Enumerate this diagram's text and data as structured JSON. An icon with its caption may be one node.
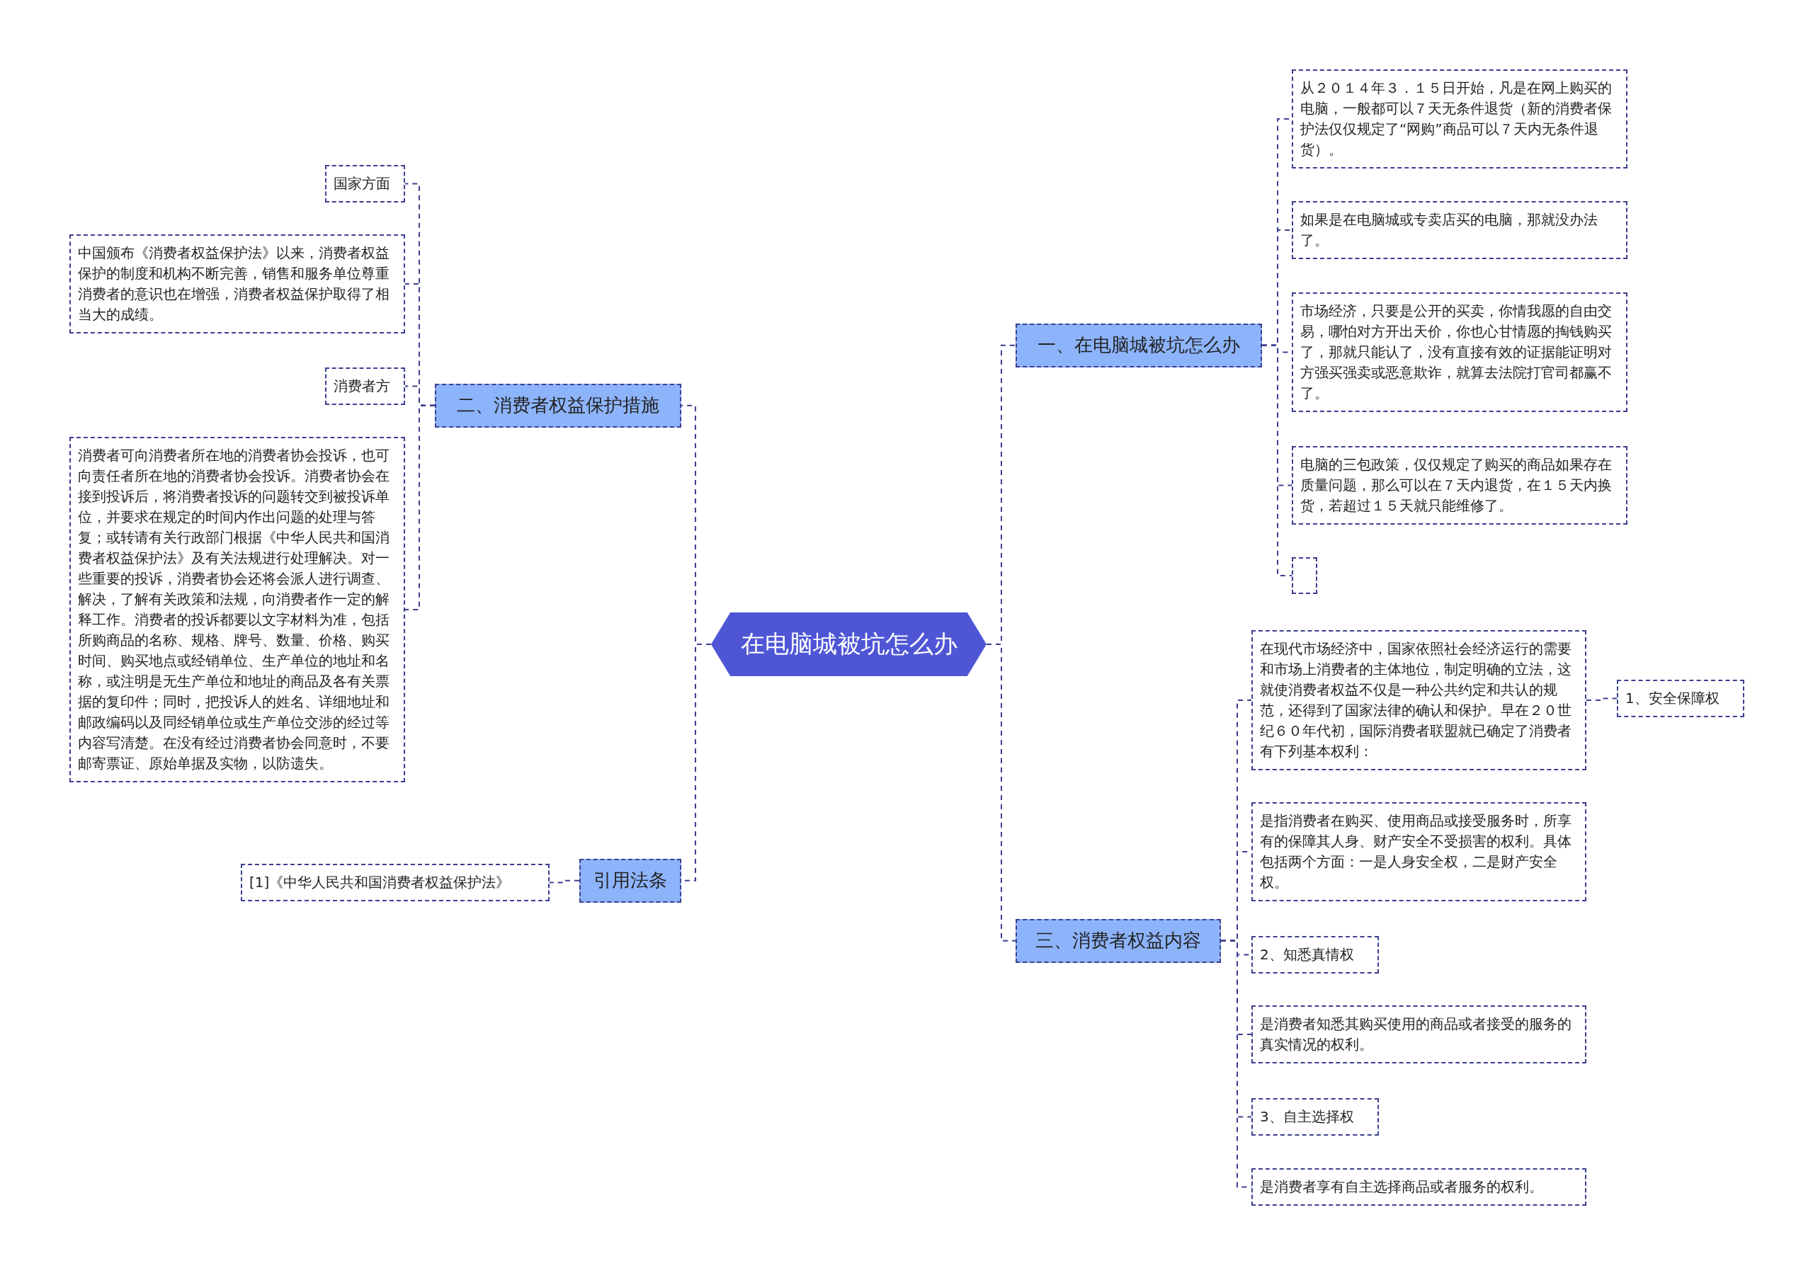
{
  "diagram": {
    "nodes": [
      {
        "text": [
          "在电脑城被坑怎么办"
        ]
      },
      {
        "text": [
          "一、在电脑城被坑怎么办"
        ]
      },
      {
        "text": [
          "从２０１４年３．１５日开始，凡是在网上购买的电脑，一般都可以７天无条件退货（新的消费者保护法仅仅规定了“网购”商品可以７天内无条件退货）。"
        ]
      },
      {
        "text": [
          "如果是在电脑城或专卖店买的电脑，那就没办法了。"
        ]
      },
      {
        "text": [
          "市场经济，只要是公开的买卖，你情我愿的自由交易，哪怕对方开出天价，你也心甘情愿的掏钱购买了，那就只能认了，没有直接有效的证据能证明对方强买强卖或恶意欺诈，就算去法院打官司都赢不了。"
        ]
      },
      {
        "text": [
          "电脑的三包政策，仅仅规定了购买的商品如果存在质量问题，那么可以在７天内退货，在１５天内换货，若超过１５天就只能维修了。"
        ]
      },
      {
        "text": [],
        "shape": "box"
      },
      {
        "text": [
          "二、消费者权益保护措施"
        ]
      },
      {
        "text": [
          "国家方面"
        ]
      },
      {
        "text": [
          "中国颁布《消费者权益保护法》以来，消费者权益保护的制度和机构不断完善，销售和服务单位尊重消费者的意识也在增强，消费者权益保护取得了相当大的成绩。"
        ]
      },
      {
        "text": [
          "消费者方"
        ]
      },
      {
        "text": [
          "消费者可向消费者所在地的消费者协会投诉，也可向责任者所在地的消费者协会投诉。消费者协会在接到投诉后，将消费者投诉的问题转交到被投诉单位，并要求在规定的时间内作出问题的处理与答复；或转请有关行政部门根据《中华人民共和国消费者权益保护法》及有关法规进行处理解决。对一些重要的投诉，消费者协会还将会派人进行调查、解决，了解有关政策和法规，向消费者作一定的解释工作。消费者的投诉都要以文字材料为准，包括所购商品的名称、规格、牌号、数量、价格、购买时间、购买地点或经销单位、生产单位的地址和名称，或注明是无生产单位和地址的商品及各有关票据的复印件；同时，把投诉人的姓名、详细地址和邮政编码以及同经销单位或生产单位交涉的经过等内容写清楚。在没有经过消费者协会同意时，不要邮寄票证、原始单据及实物，以防遗失。"
        ]
      },
      {
        "text": [
          "引用法条"
        ]
      },
      {
        "text": [
          "[1]《中华人民共和国消费者权益保护法》"
        ]
      },
      {
        "text": [
          "三、消费者权益内容"
        ]
      },
      {
        "text": [
          "在现代市场经济中，国家依照社会经济运行的需要和市场上消费者的主体地位，制定明确的立法，这就使消费者权益不仅是一种公共约定和共认的规范，还得到了国家法律的确认和保护。早在２０世纪６０年代初，国际消费者联盟就已确定了消费者有下列基本权利："
        ]
      },
      {
        "text": [
          "1、安全保障权"
        ]
      },
      {
        "text": [
          "是指消费者在购买、使用商品或接受服务时，所享有的保障其人身、财产安全不受损害的权利。具体包括两个方面：一是人身安全权，二是财产安全权。"
        ]
      },
      {
        "text": [
          "2、知悉真情权"
        ]
      },
      {
        "text": [
          "是消费者知悉其购买使用的商品或者接受的服务的真实情况的权利。"
        ]
      },
      {
        "text": [
          "3、自主选择权"
        ]
      },
      {
        "text": [
          "是消费者享有自主选择商品或者服务的权利。"
        ]
      }
    ],
    "edges": [
      {
        "from": 0,
        "to": 1,
        "arrow": "none"
      },
      {
        "from": 1,
        "to": 2,
        "arrow": "none"
      },
      {
        "from": 1,
        "to": 3,
        "arrow": "none"
      },
      {
        "from": 1,
        "to": 4,
        "arrow": "none"
      },
      {
        "from": 1,
        "to": 5,
        "arrow": "none"
      },
      {
        "from": 1,
        "to": 6,
        "arrow": "none"
      },
      {
        "from": 0,
        "to": 7,
        "arrow": "none"
      },
      {
        "from": 7,
        "to": 8,
        "arrow": "none"
      },
      {
        "from": 7,
        "to": 9,
        "arrow": "none"
      },
      {
        "from": 7,
        "to": 10,
        "arrow": "none"
      },
      {
        "from": 7,
        "to": 11,
        "arrow": "none"
      },
      {
        "from": 0,
        "to": 12,
        "arrow": "none"
      },
      {
        "from": 12,
        "to": 13,
        "arrow": "none"
      },
      {
        "from": 0,
        "to": 14,
        "arrow": "none"
      },
      {
        "from": 14,
        "to": 15,
        "arrow": "none"
      },
      {
        "from": 15,
        "to": 16,
        "arrow": "none"
      },
      {
        "from": 14,
        "to": 17,
        "arrow": "none"
      },
      {
        "from": 14,
        "to": 18,
        "arrow": "none"
      },
      {
        "from": 14,
        "to": 19,
        "arrow": "none"
      },
      {
        "from": 14,
        "to": 20,
        "arrow": "none"
      },
      {
        "from": 14,
        "to": 21,
        "arrow": "none"
      }
    ]
  }
}
